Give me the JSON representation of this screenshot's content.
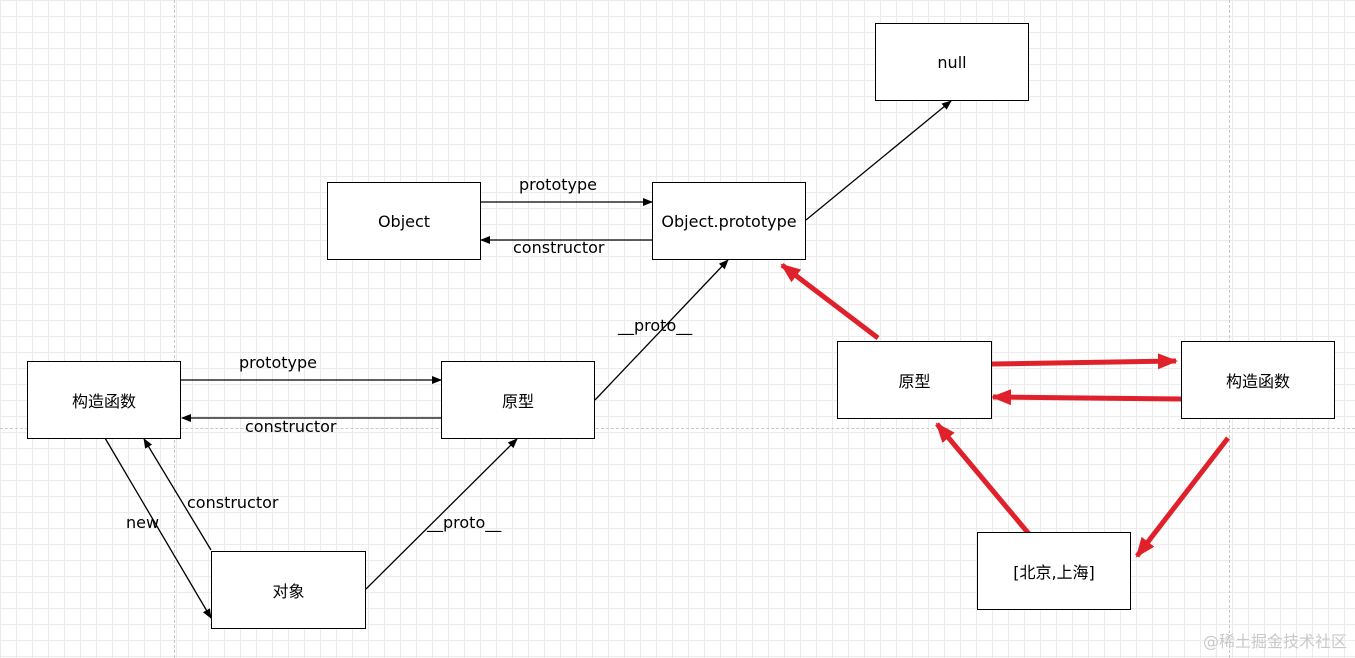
{
  "nodes": {
    "null_node": "null",
    "object": "Object",
    "object_prototype": "Object.prototype",
    "ctor_left": "构造函数",
    "proto_left": "原型",
    "instance": "对象",
    "proto_right": "原型",
    "ctor_right": "构造函数",
    "array_instance": "[北京,上海]"
  },
  "labels": {
    "obj_prototype": "prototype",
    "obj_constructor": "constructor",
    "proto_to_objproto": "__proto__",
    "ctor_prototype": "prototype",
    "proto_constructor": "constructor",
    "new": "new",
    "instance_constructor": "constructor",
    "instance_proto": "__proto__"
  },
  "colors": {
    "red_arrow": "#e0202a",
    "line": "#000000"
  },
  "watermark": "@稀土掘金技术社区"
}
